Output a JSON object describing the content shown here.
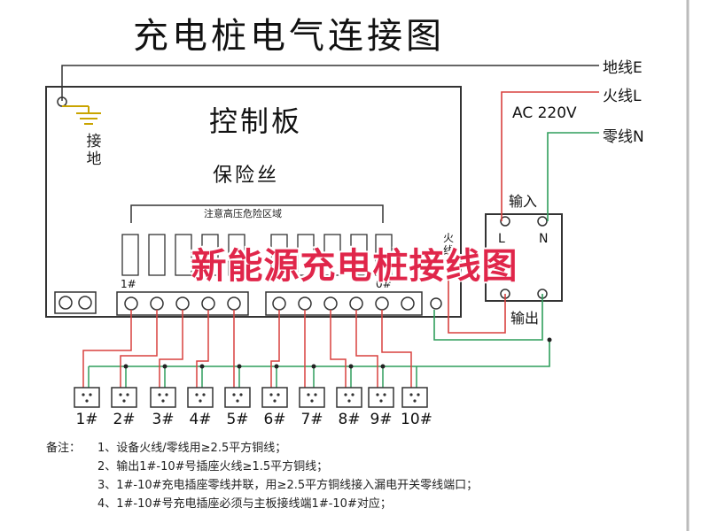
{
  "title": "充电桩电气连接图",
  "board": {
    "title": "控制板",
    "fuse_title": "保险丝",
    "warning": "注意高压危险区域",
    "fuse_labels": [
      "1#",
      "0#"
    ],
    "side_label": "火线"
  },
  "ground": {
    "label": "接地"
  },
  "mains": {
    "earth": "地线E",
    "live": "火线L",
    "neutral": "零线N",
    "voltage": "AC  220V"
  },
  "breaker": {
    "input": "输入",
    "output": "输出",
    "l": "L",
    "n": "N"
  },
  "sockets": [
    "1#",
    "2#",
    "3#",
    "4#",
    "5#",
    "6#",
    "7#",
    "8#",
    "9#",
    "10#"
  ],
  "overlay_text": "新能源充电桩接线图",
  "notes": {
    "head": "备注：",
    "lines": [
      "1、设备火线/零线用≥2.5平方铜线；",
      "2、输出1#-10#号插座火线≥1.5平方铜线；",
      "3、1#-10#充电插座零线并联，用≥2.5平方铜线接入漏电开关零线端口；",
      "4、1#-10#号充电插座必须与主板接线端1#-10#对应；"
    ]
  },
  "colors": {
    "live": "#d9413f",
    "neutral": "#2f9e5c",
    "line": "#333333",
    "overlay": "#e0264a"
  }
}
